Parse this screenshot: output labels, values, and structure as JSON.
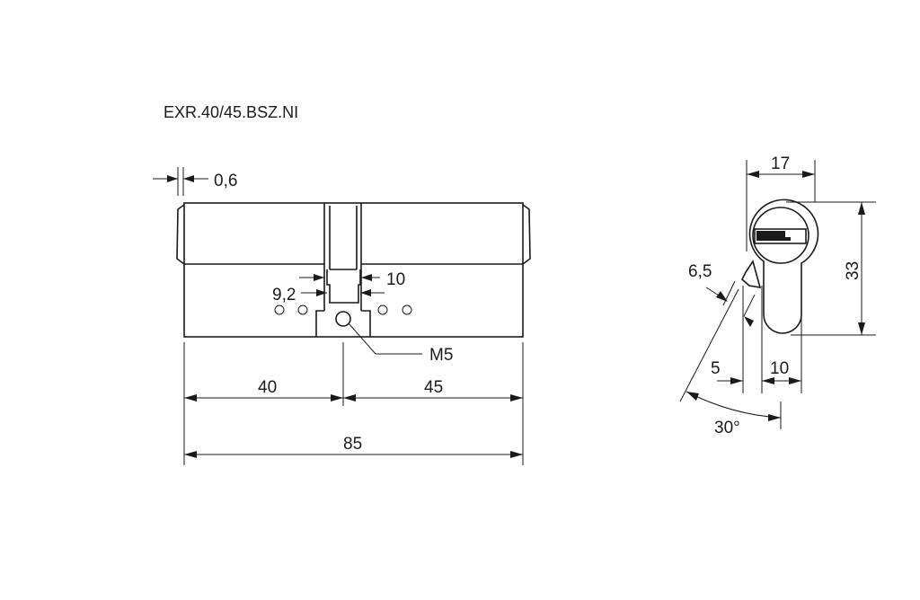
{
  "title": "EXR.40/45.BSZ.NI",
  "front_view": {
    "dim_offset": "0,6",
    "dim_cam_outer": "10",
    "dim_cam_inner": "9,2",
    "screw_label": "M5",
    "dim_left": "40",
    "dim_right": "45",
    "dim_total": "85"
  },
  "side_view": {
    "dim_width": "17",
    "dim_height": "33",
    "dim_cam": "6,5",
    "dim_offset": "5",
    "dim_body": "10",
    "dim_angle": "30°"
  }
}
